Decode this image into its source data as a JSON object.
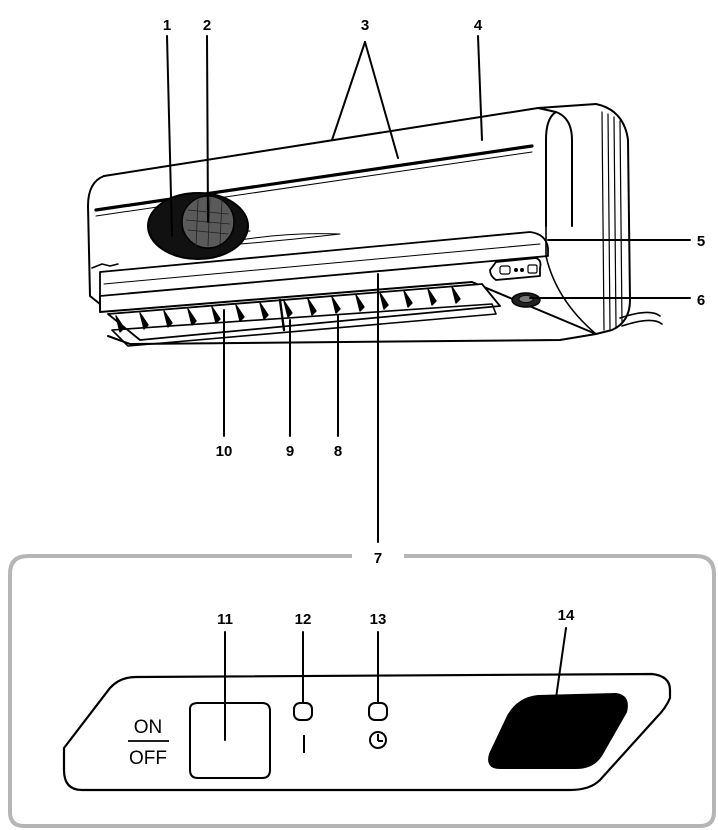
{
  "callouts": {
    "c1": "1",
    "c2": "2",
    "c3": "3",
    "c4": "4",
    "c5": "5",
    "c6": "6",
    "c7": "7",
    "c8": "8",
    "c9": "9",
    "c10": "10",
    "c11": "11",
    "c12": "12",
    "c13": "13",
    "c14": "14"
  },
  "panel": {
    "on_label": "ON",
    "off_label": "OFF"
  },
  "colors": {
    "line": "#000000",
    "frame": "#b5b5b5",
    "fill_dark": "#000000"
  },
  "icons": {
    "power_indicator": "lamp-vertical-line-icon",
    "timer_indicator": "clock-icon"
  }
}
